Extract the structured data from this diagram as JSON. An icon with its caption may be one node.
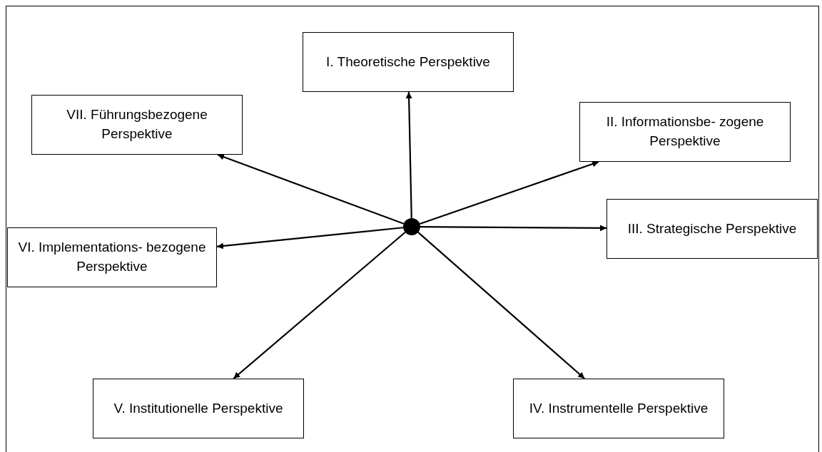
{
  "diagram": {
    "nodes": [
      {
        "text": [
          "I. Theoretische Perspektive"
        ]
      },
      {
        "text": [
          "II. Informationsbe- zogene Perspektive"
        ]
      },
      {
        "text": [
          "III. Strategische Perspektive"
        ]
      },
      {
        "text": [
          "IV. Instrumentelle Perspektive"
        ]
      },
      {
        "text": [
          "V. Institutionelle Perspektive"
        ]
      },
      {
        "text": [
          "VI. Implementations- bezogene Perspektive"
        ]
      },
      {
        "text": [
          "VII. Führungsbezogene Perspektive"
        ]
      },
      {
        "text": [],
        "shape": "circle"
      }
    ],
    "edges": [
      {
        "from": 7,
        "to": 0,
        "arrow": "to"
      },
      {
        "from": 7,
        "to": 1,
        "arrow": "to"
      },
      {
        "from": 7,
        "to": 2,
        "arrow": "to"
      },
      {
        "from": 7,
        "to": 3,
        "arrow": "to"
      },
      {
        "from": 7,
        "to": 4,
        "arrow": "to"
      },
      {
        "from": 7,
        "to": 5,
        "arrow": "to"
      },
      {
        "from": 7,
        "to": 6,
        "arrow": "to"
      }
    ]
  }
}
